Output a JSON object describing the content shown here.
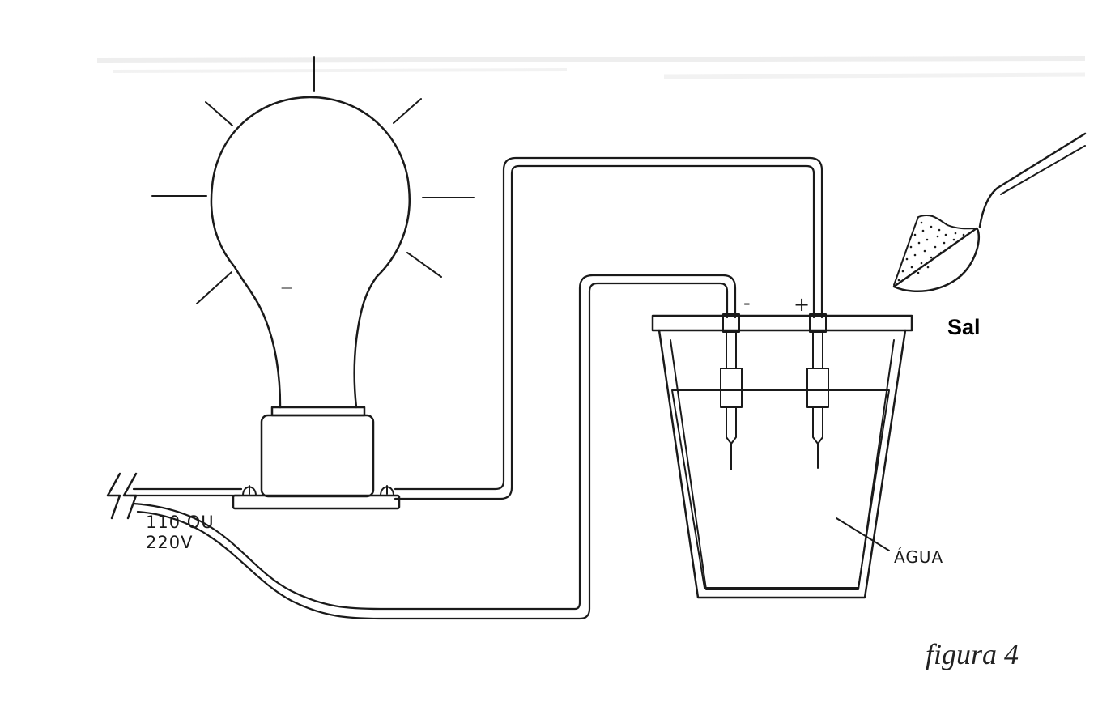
{
  "labels": {
    "voltage_line1": "110 OU",
    "voltage_line2": "220V",
    "water": "ÁGUA",
    "salt": "Sal",
    "figure": "figura 4",
    "minus": "-",
    "plus": "+"
  },
  "colors": {
    "ink": "#1a1a1a",
    "paper": "#ffffff",
    "scan_noise": "#cfcfcf"
  }
}
